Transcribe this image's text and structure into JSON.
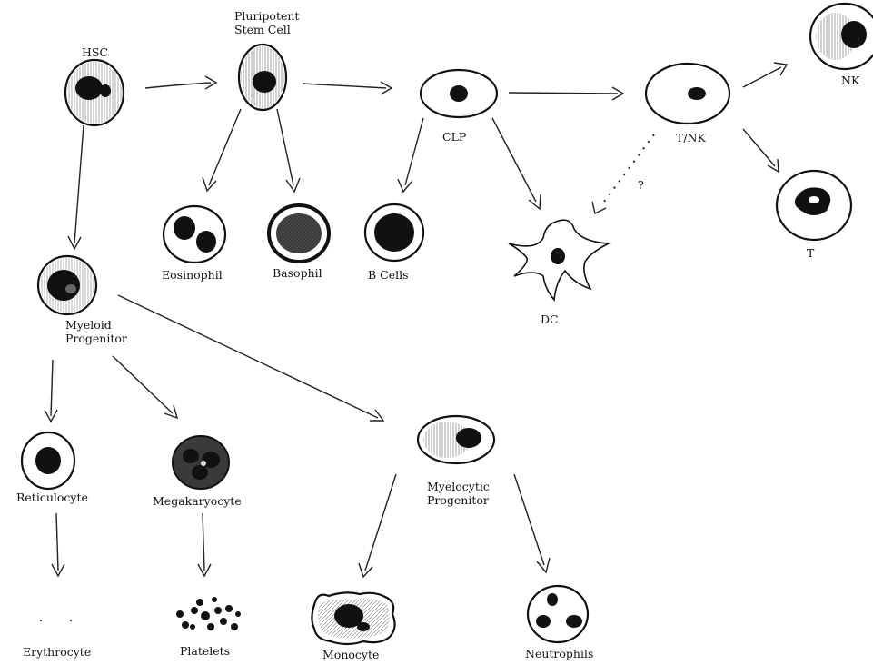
{
  "nodes": {
    "hsc": "HSC",
    "pluripotent": [
      "Pluripotent",
      "Stem Cell"
    ],
    "clp": "CLP",
    "tnk": "T/NK",
    "nk": "NK",
    "t": "T",
    "eosinophil": "Eosinophil",
    "basophil": "Basophil",
    "bcells": "B Cells",
    "dc": "DC",
    "question": "?",
    "myeloid": [
      "Myeloid",
      "Progenitor"
    ],
    "reticulocyte": "Reticulocyte",
    "megakaryocyte": "Megakaryocyte",
    "myelocytic": [
      "Myelocytic",
      "Progenitor"
    ],
    "erythrocyte": "Erythrocyte",
    "platelets": "Platelets",
    "monocyte": "Monocyte",
    "neutrophils": "Neutrophils"
  }
}
